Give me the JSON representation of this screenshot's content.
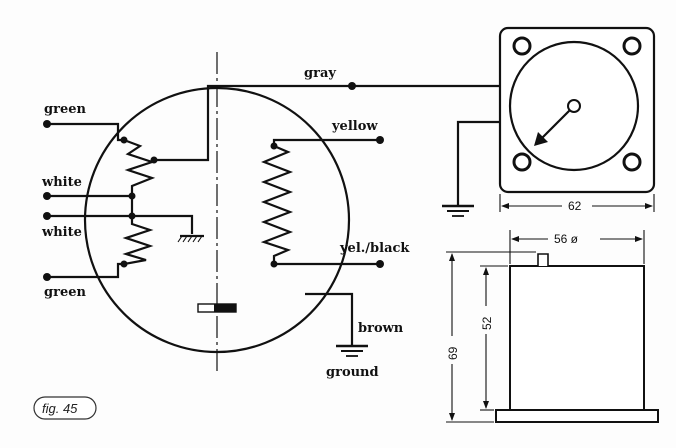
{
  "wire_labels": {
    "gray": "gray",
    "yellow": "yellow",
    "yel_black": "yel./black",
    "brown": "brown",
    "ground": "ground",
    "green_top": "green",
    "white_top": "white",
    "white_bottom": "white",
    "green_bottom": "green"
  },
  "dimensions": {
    "width_front": "62",
    "diameter_side": "56 ø",
    "height_body": "52",
    "height_total": "69"
  },
  "caption": "fig. 45"
}
